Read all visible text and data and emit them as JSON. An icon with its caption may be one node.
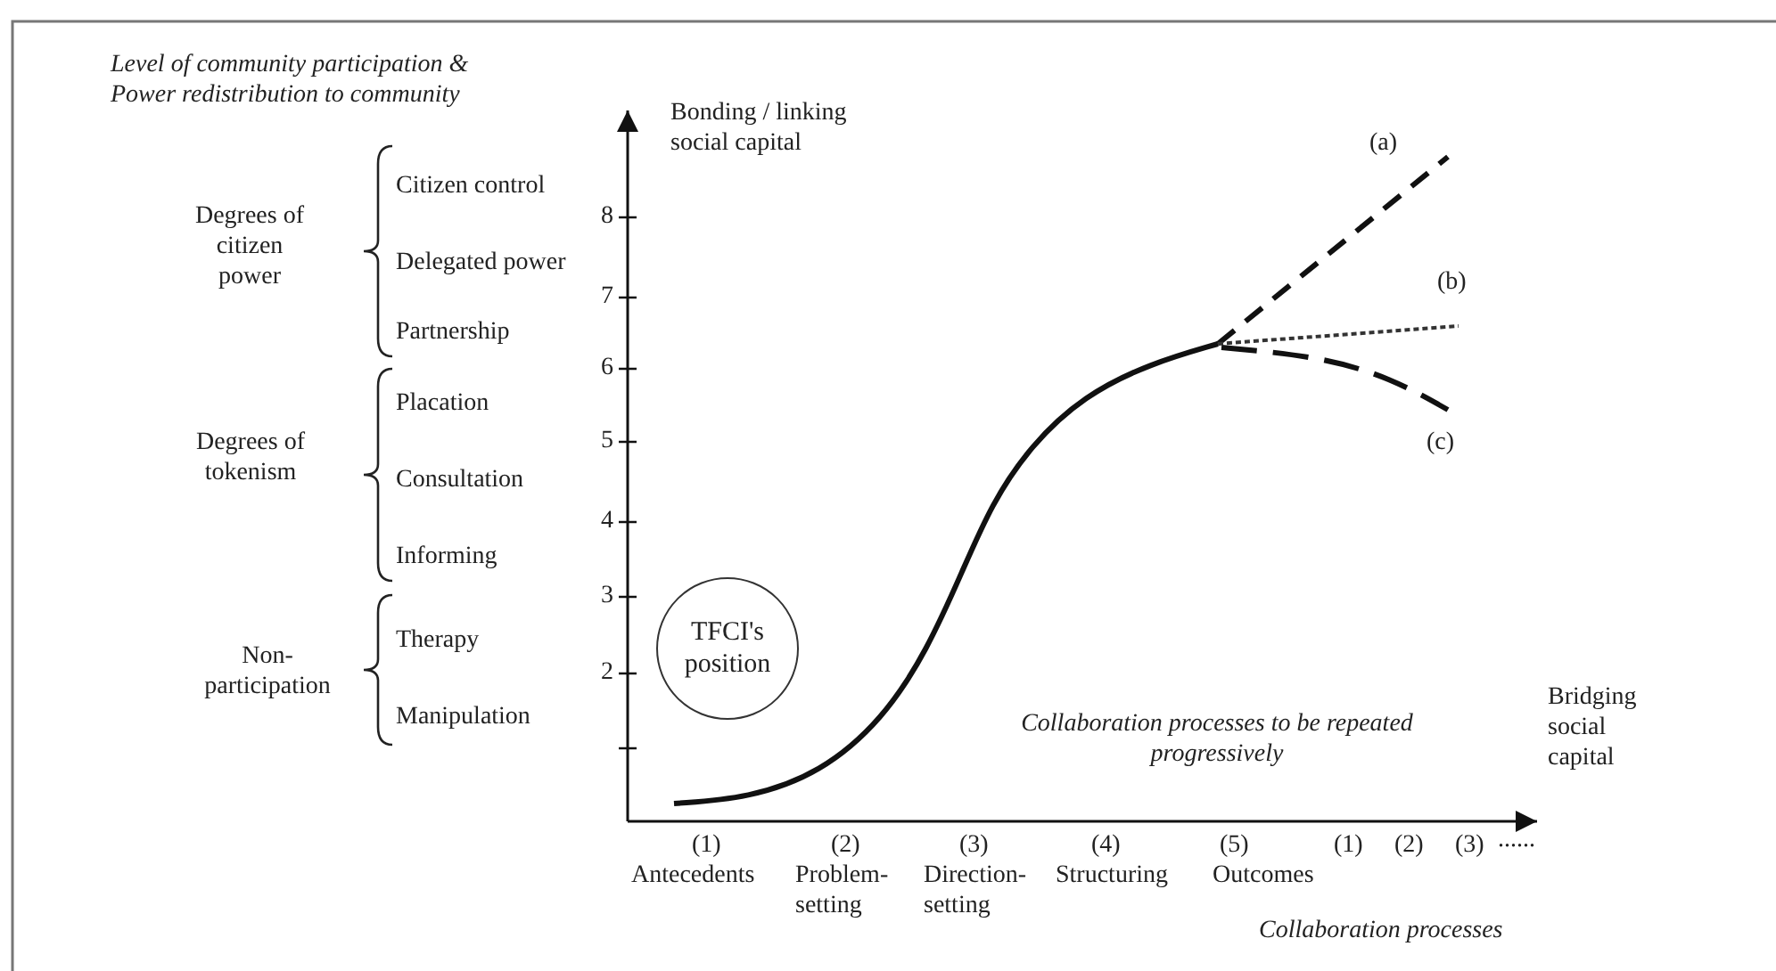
{
  "diagram": {
    "nodes": [
      {
        "text": [
          "TFCI's position"
        ]
      }
    ],
    "labels": [
      "Level of community participation & Power redistribution to community",
      "Bonding / linking social capital",
      "(a)",
      "Degrees of citizen power",
      "Citizen control",
      "8",
      "Delegated power",
      "7",
      "(b)",
      "Partnership",
      "6",
      "Degrees of tokenism",
      "Placation",
      "5",
      "(c)",
      "Consultation",
      "4",
      "Informing",
      "3",
      "Non-participation",
      "Therapy",
      "2",
      "Manipulation",
      "Collaboration processes to be repeated progressively",
      "Bridging social capital",
      "(1)",
      "(2)",
      "(3)",
      "(4)",
      "(5)",
      "(1)",
      "(2)",
      "(3)",
      "......",
      "Antecedents",
      "Problem-setting",
      "Direction-setting",
      "Structuring",
      "Outcomes",
      "Collaboration processes"
    ]
  }
}
